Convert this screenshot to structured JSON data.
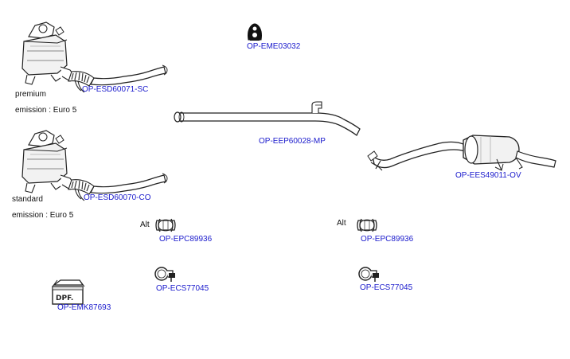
{
  "colors": {
    "link": "#1a1acc",
    "text": "#111111",
    "stroke": "#222222",
    "background": "#ffffff"
  },
  "parts": {
    "mount": {
      "code": "OP-EME03032",
      "icon": "rubber-mount-icon"
    },
    "dpf_premium": {
      "code": "OP-ESD60071-SC",
      "icon": "dpf-catalyst-icon",
      "grade": "premium",
      "emission": "emission : Euro 5"
    },
    "dpf_standard": {
      "code": "OP-ESD60070-CO",
      "icon": "dpf-catalyst-icon",
      "grade": "standard",
      "emission": "emission : Euro 5"
    },
    "middle_pipe": {
      "code": "OP-EEP60028-MP",
      "icon": "middle-pipe-icon"
    },
    "rear_silencer": {
      "code": "OP-EES49011-OV",
      "icon": "rear-silencer-icon"
    },
    "clamp_left": {
      "code": "OP-EPC89936",
      "alt": "Alt",
      "icon": "pipe-clamp-icon"
    },
    "clamp_right": {
      "code": "OP-EPC89936",
      "alt": "Alt",
      "icon": "pipe-clamp-icon"
    },
    "connector_left": {
      "code": "OP-ECS77045",
      "icon": "clamp-connector-icon"
    },
    "connector_right": {
      "code": "OP-ECS77045",
      "icon": "clamp-connector-icon"
    },
    "dpf_kit": {
      "code": "OP-EMK87693",
      "icon": "dpf-kit-box-icon",
      "box_label": "DPF."
    }
  }
}
